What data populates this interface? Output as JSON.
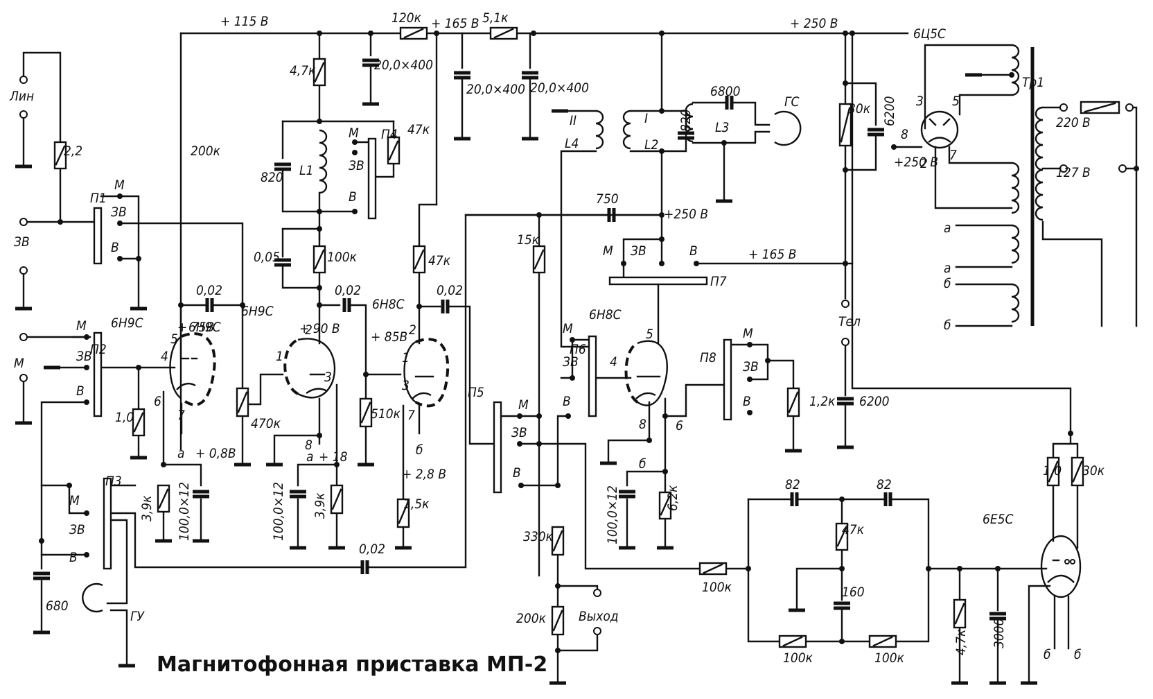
{
  "title": "Магнитофонная  приставка  МП-2",
  "rails": {
    "v115": "+ 115 В",
    "v165": "+ 165 В",
    "v250_top": "+ 250 В",
    "v250_mid": "+250 В",
    "v250_rect": "+250 В",
    "v165_line": "+ 165 В"
  },
  "tubes": {
    "t1": {
      "type": "6Н9С",
      "anode_v": "+ 75В",
      "cathode_v": "+ 0,8В",
      "pins": [
        "5",
        "4",
        "6",
        "7"
      ],
      "heater": "а"
    },
    "t2": {
      "type": "6Н9С",
      "anode_v": "+ 90 В",
      "cathode_v": "+ 18",
      "pins": [
        "2",
        "1",
        "3",
        "8"
      ],
      "heater": "а"
    },
    "t3": {
      "type": "6Н8С",
      "anode_v": "+ 85В",
      "cathode_v": "+ 2,8 В",
      "pins": [
        "2",
        "1",
        "3",
        "7"
      ],
      "heater": "б"
    },
    "t4": {
      "type": "6Н8С",
      "pins": [
        "5",
        "4",
        "8"
      ],
      "heater": "б",
      "node": "6"
    },
    "rect": {
      "type": "6Ц5С",
      "pins": [
        "3",
        "5",
        "8",
        "2",
        "7"
      ]
    },
    "eye": {
      "type": "6Е5С",
      "heater": [
        "б",
        "б"
      ]
    }
  },
  "switches": {
    "p1": {
      "name": "П1",
      "pos": [
        "М",
        "ЗВ",
        "В"
      ]
    },
    "p2": {
      "name": "П2",
      "pos": [
        "М",
        "ЗВ",
        "В"
      ]
    },
    "p3": {
      "name": "П3",
      "pos": [
        "М",
        "ЗВ",
        "В"
      ]
    },
    "p4": {
      "name": "П4",
      "pos": [
        "М",
        "ЗВ",
        "В"
      ]
    },
    "p5": {
      "name": "П5",
      "pos": [
        "М",
        "ЗВ",
        "В"
      ]
    },
    "p6": {
      "name": "П6",
      "pos": [
        "М",
        "ЗВ",
        "В"
      ]
    },
    "p7": {
      "name": "П7",
      "pos": [
        "М",
        "ЗВ",
        "В"
      ]
    },
    "p8": {
      "name": "П8",
      "pos": [
        "М",
        "ЗВ",
        "В"
      ]
    }
  },
  "inputs": {
    "lin": "Лин",
    "zv": "ЗВ",
    "m": "М",
    "tel": "Тел",
    "out": "Выход"
  },
  "components": {
    "r_2_2": "2,2",
    "r_200k_a": "200к",
    "r_4_7k": "4,7к",
    "r_120k": "120к",
    "c_20_400_a": "20,0×400",
    "c_20_400_b": "20,0×400",
    "c_20_400_c": "20,0×400",
    "r_5_1k": "5,1к",
    "c_820_a": "820",
    "l1": "L1",
    "r_47k_p4": "47к",
    "c_0_05": "0,05",
    "r_100k_a": "100к",
    "c_0_02_a": "0,02",
    "c_0_02_b": "0,02",
    "c_0_02_c": "0,02",
    "c_0_02_d": "0,02",
    "r_47k_b": "47к",
    "r_1_0": "1,0",
    "r_470k": "470к",
    "r_510k": "510к",
    "r_3_9k_a": "3,9к",
    "c_100_12_a": "100,0×12",
    "c_100_12_b": "100,0×12",
    "r_3_9k_b": "3,9к",
    "r_1_5k": "1,5к",
    "c_680": "680",
    "gu": "ГУ",
    "l4_num": "II",
    "l4": "L4",
    "l2_num": "I",
    "l2": "L2",
    "c_820_b": "820",
    "c_6800": "6800",
    "l3": "L3",
    "gs": "ГС",
    "c_750": "750",
    "r_15k": "15к",
    "r_30k": "30к",
    "c_6200_a": "6200",
    "c_6200_b": "6200",
    "r_1_2k": "1,2к",
    "c_100_12_c": "100,0×12",
    "r_6_2k": "6,2к",
    "r_330k": "330к",
    "r_200k_b": "200к",
    "r_100k_in": "100к",
    "c_82_a": "82",
    "c_82_b": "82",
    "r_47k_c": "47к",
    "c_160": "160",
    "r_100k_b": "100к",
    "r_100k_c": "100к",
    "r_4_7k_b": "4,7к",
    "c_3000": "3000",
    "r_1_0_eye": "1,0",
    "r_30k_eye": "30к",
    "tr1": "Тр1",
    "mains_220": "220 В",
    "mains_127": "127 В",
    "tr_a1": "а",
    "tr_a2": "а",
    "tr_b1": "б",
    "tr_b2": "б"
  }
}
